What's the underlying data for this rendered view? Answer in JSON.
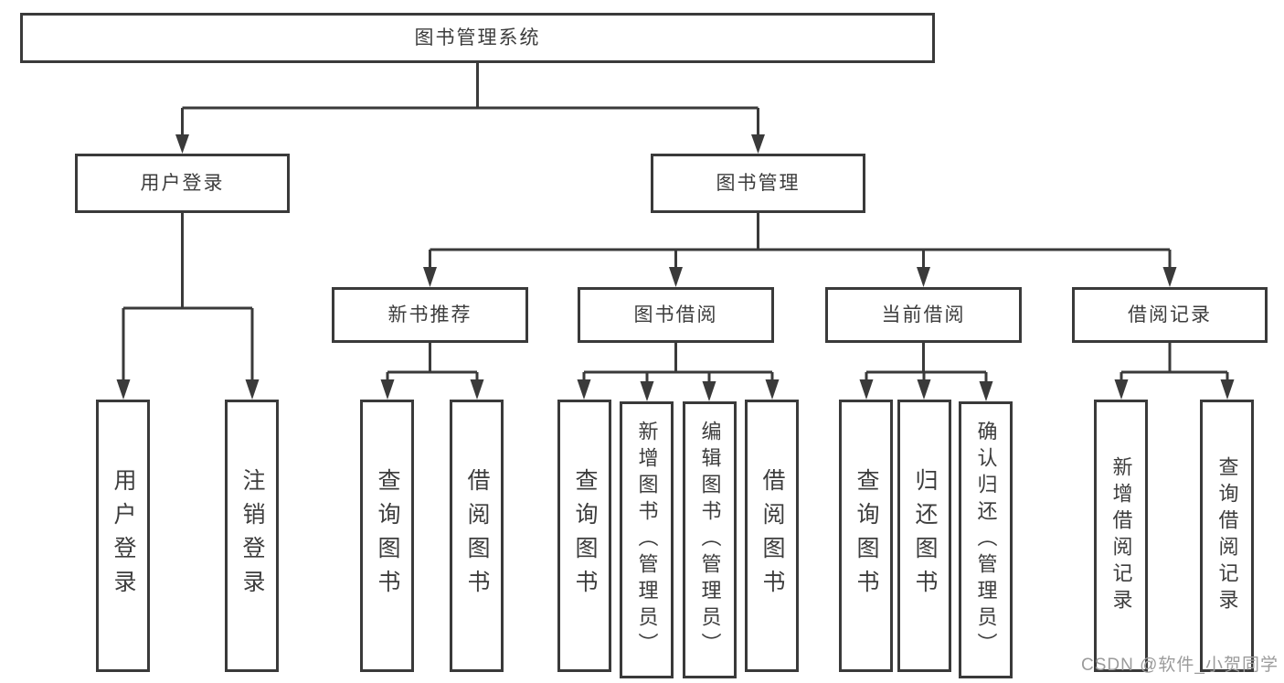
{
  "theme": {
    "line-color": "#3a3a3a",
    "text-color": "#3d3d3d",
    "bg-color": "#ffffff",
    "watermark-color": "#9b9b9b"
  },
  "diagram": {
    "root": {
      "label": "图书管理系统"
    },
    "level2": {
      "user_login": {
        "label": "用户登录"
      },
      "book_management": {
        "label": "图书管理"
      }
    },
    "level3": {
      "new_book_rec": {
        "label": "新书推荐"
      },
      "book_borrow": {
        "label": "图书借阅"
      },
      "current_borrow": {
        "label": "当前借阅"
      },
      "borrow_record": {
        "label": "借阅记录"
      }
    },
    "leaves": {
      "user_login_1": {
        "label": "用户登录"
      },
      "user_login_2": {
        "label": "注销登录"
      },
      "new_book_1": {
        "label": "查询图书"
      },
      "new_book_2": {
        "label": "借阅图书"
      },
      "book_borrow_1": {
        "label": "查询图书"
      },
      "book_borrow_2": {
        "label": "新增图书（管理员）"
      },
      "book_borrow_3": {
        "label": "编辑图书（管理员）"
      },
      "book_borrow_4": {
        "label": "借阅图书"
      },
      "current_borrow_1": {
        "label": "查询图书"
      },
      "current_borrow_2": {
        "label": "归还图书"
      },
      "current_borrow_3": {
        "label": "确认归还（管理员）"
      },
      "borrow_record_1": {
        "label": "新增借阅记录"
      },
      "borrow_record_2": {
        "label": "查询借阅记录"
      }
    }
  },
  "watermark": {
    "text": "CSDN @软件_小贺同学"
  }
}
